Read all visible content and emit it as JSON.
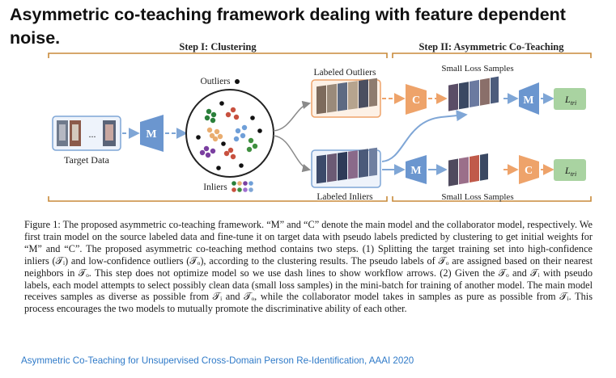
{
  "slide": {
    "title": "Asymmetric co-teaching framework dealing with feature dependent noise.",
    "citation": "Asymmetric Co-Teaching for Unsupervised Cross-Domain Person Re-Identification, AAAI 2020"
  },
  "figure": {
    "step1_label": "Step I: Clustering",
    "step2_label": "Step II: Asymmetric Co-Teaching",
    "target_data_label": "Target Data",
    "target_ellipsis": "...",
    "model_m": "M",
    "model_c": "C",
    "outliers_label": "Outliers",
    "inliers_label": "Inliers",
    "labeled_outliers_label": "Labeled Outliers",
    "labeled_inliers_label": "Labeled Inliers",
    "small_loss_top": "Small Loss Samples",
    "small_loss_bottom": "Small Loss Samples",
    "loss_top_base": "L",
    "loss_top_sub": "tri",
    "loss_bottom_base": "L",
    "loss_bottom_sub": "tri",
    "colors": {
      "step_bracket": "#c88a3a",
      "model_blue": "#6b96cf",
      "model_orange": "#eea36a",
      "loss_green": "#a9d3a1",
      "arrow_blue": "#7fa6d6",
      "arrow_orange": "#eea36a"
    }
  },
  "caption": {
    "text": "Figure 1: The proposed asymmetric co-teaching framework. “M” and “C” denote the main model and the collaborator model, respectively. We first train model on the source labeled data and fine-tune it on target data with pseudo labels predicted by clustering to get initial weights for “M” and “C”. The proposed asymmetric co-teaching method contains two steps. (1) Splitting the target training set into high-confidence inliers (𝒯ᵢ) and low-confidence outliers (𝒯ₒ), according to the clustering results. The pseudo labels of 𝒯ₒ are assigned based on their nearest neighbors in 𝒯ₒ. This step does not optimize model so we use dash lines to show workflow arrows. (2) Given the 𝒯ₒ and 𝒯ᵢ with pseudo labels, each model attempts to select possibly clean data (small loss samples) in the mini-batch for training of another model. The main model receives samples as diverse as possible from 𝒯ᵢ and 𝒯ₒ, while the collaborator model takes in samples as pure as possible from 𝒯ᵢ. This process encourages the two models to mutually promote the discriminative ability of each other."
  }
}
